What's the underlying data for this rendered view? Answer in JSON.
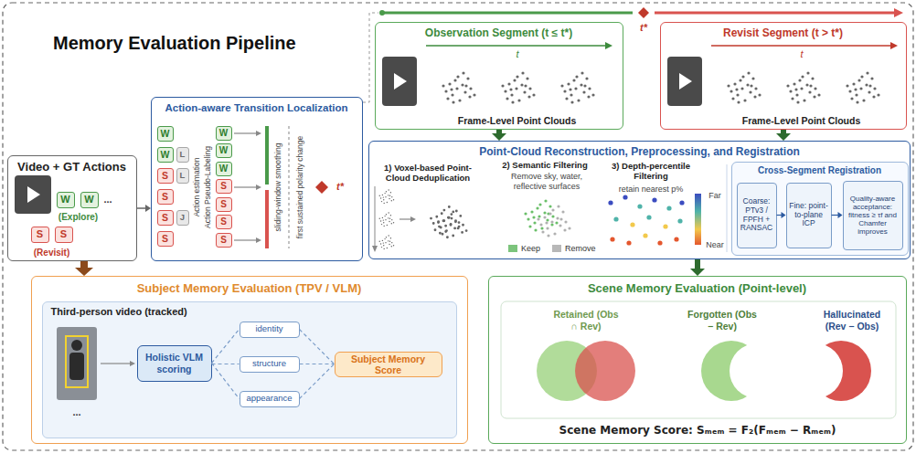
{
  "diagram": {
    "title": "Memory Evaluation Pipeline",
    "nodes": [
      {
        "text": [
          "Video + GT Actions",
          "(Explore)",
          "(Revisit)"
        ]
      },
      {
        "text": [
          "W"
        ],
        "in": 0
      },
      {
        "text": [
          "W"
        ],
        "in": 0
      },
      {
        "text": [
          "S"
        ],
        "in": 0
      },
      {
        "text": [
          "S"
        ],
        "in": 0
      },
      {
        "text": [
          "Action-aware Transition Localization"
        ]
      },
      {
        "text": [
          "W"
        ],
        "in": 5
      },
      {
        "text": [
          "W"
        ],
        "in": 5
      },
      {
        "text": [
          "L"
        ],
        "in": 5
      },
      {
        "text": [
          "S"
        ],
        "in": 5
      },
      {
        "text": [
          "L"
        ],
        "in": 5
      },
      {
        "text": [
          "S"
        ],
        "in": 5
      },
      {
        "text": [
          "S"
        ],
        "in": 5
      },
      {
        "text": [
          "J"
        ],
        "in": 5
      },
      {
        "text": [
          "S"
        ],
        "in": 5
      },
      {
        "text": [
          "W"
        ],
        "in": 5
      },
      {
        "text": [
          "W"
        ],
        "in": 5
      },
      {
        "text": [
          "W"
        ],
        "in": 5
      },
      {
        "text": [
          "S"
        ],
        "in": 5
      },
      {
        "text": [
          "S"
        ],
        "in": 5
      },
      {
        "text": [
          "S"
        ],
        "in": 5
      },
      {
        "text": [
          "S"
        ],
        "in": 5
      },
      {
        "text": [
          "Observation Segment (t ≤ t*)",
          "Frame-Level Point Clouds"
        ]
      },
      {
        "text": [
          "Revisit Segment (t > t*)",
          "Frame-Level Point Clouds"
        ]
      },
      {
        "text": [
          "Point-Cloud Reconstruction, Preprocessing, and Registration"
        ]
      },
      {
        "text": [
          "Cross-Segment Registration"
        ],
        "in": 24
      },
      {
        "text": [
          "Coarse: PTv3 / FPFH + RANSAC"
        ],
        "in": 25
      },
      {
        "text": [
          "Fine: point-to-plane ICP"
        ],
        "in": 25
      },
      {
        "text": [
          "Quality-aware acceptance: fitness ≥ τf and Chamfer improves"
        ],
        "in": 25
      },
      {
        "text": [
          "Subject Memory Evaluation (TPV / VLM)"
        ]
      },
      {
        "text": [
          "Third-person video (tracked)"
        ],
        "in": 29
      },
      {
        "text": [
          "Holistic VLM scoring"
        ],
        "in": 30
      },
      {
        "text": [
          "identity"
        ],
        "in": 30
      },
      {
        "text": [
          "structure"
        ],
        "in": 30
      },
      {
        "text": [
          "appearance"
        ],
        "in": 30
      },
      {
        "text": [
          "Subject Memory Score"
        ],
        "in": 30
      },
      {
        "text": [
          "Scene Memory Evaluation (Point-level)"
        ]
      }
    ],
    "edges": [
      {
        "from": 0,
        "to": 5,
        "arrow": "to"
      },
      {
        "from": 0,
        "to": 29,
        "arrow": "to"
      },
      {
        "from": 22,
        "to": 24,
        "arrow": "to"
      },
      {
        "from": 23,
        "to": 24,
        "arrow": "to"
      },
      {
        "from": 24,
        "to": 36,
        "arrow": "to"
      },
      {
        "from": 26,
        "to": 27,
        "arrow": "to"
      },
      {
        "from": 27,
        "to": 28,
        "arrow": "to"
      },
      {
        "from": 31,
        "to": 32,
        "arrow": "none"
      },
      {
        "from": 31,
        "to": 33,
        "arrow": "none"
      },
      {
        "from": 31,
        "to": 34,
        "arrow": "none"
      },
      {
        "from": 32,
        "to": 35,
        "arrow": "none"
      },
      {
        "from": 33,
        "to": 35,
        "arrow": "none"
      },
      {
        "from": 34,
        "to": 35,
        "arrow": "none"
      }
    ],
    "labels": [
      "...",
      "t*",
      "Action estimation",
      "Action Pseudo-Labeling",
      "sliding-window smoothing",
      "first sustained polarity change",
      "t*",
      "t",
      "t",
      "1) Voxel-based Point-Cloud Deduplication",
      "2) Semantic Filtering",
      "Remove sky, water, reflective surfaces",
      "3) Depth-percentile Filtering",
      "retain nearest p%",
      "Far",
      "Near",
      "...",
      "Retained (Obs ∩ Rev)",
      "Forgotten (Obs − Rev)",
      "Hallucinated (Rev − Obs)",
      "Scene Memory Score: Sₘₑₘ = F₂(Fₘₑₘ − Rₘₑₘ)"
    ],
    "legend": [
      {
        "text": "Keep",
        "color": "#7cc47c"
      },
      {
        "text": "Remove",
        "color": "#b8b8b8"
      }
    ]
  }
}
